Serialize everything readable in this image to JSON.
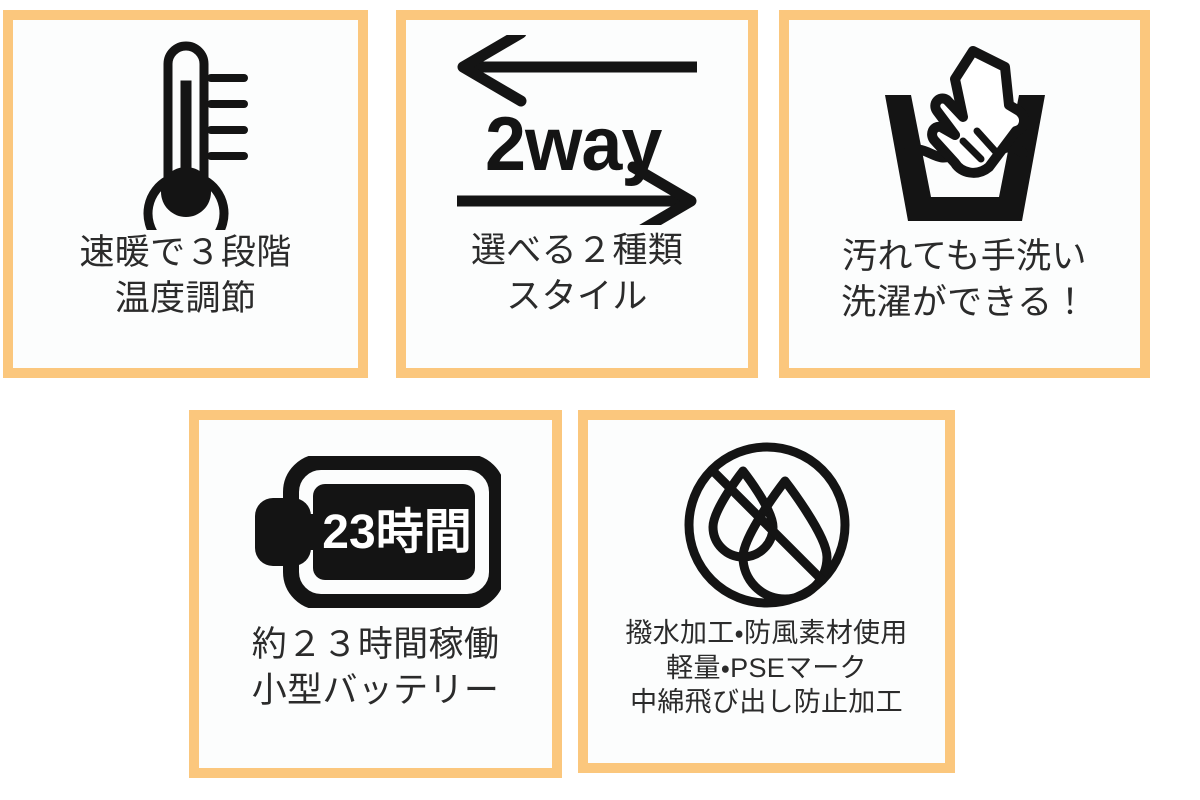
{
  "page": {
    "background_color": "#ffffff",
    "card_border_color": "#fbc77d",
    "card_background_color": "#fcfdfd",
    "text_color": "#2b2b2b",
    "icon_color": "#141414"
  },
  "cards": [
    {
      "id": "heat",
      "icon": "thermometer-icon",
      "caption_lines": [
        "速暖で３段階",
        "温度調節"
      ]
    },
    {
      "id": "2way",
      "icon": "two-way-arrows-icon",
      "icon_text": "2way",
      "caption_lines": [
        "選べる２種類",
        "スタイル"
      ]
    },
    {
      "id": "wash",
      "icon": "hand-wash-icon",
      "caption_lines": [
        "汚れても手洗い",
        "洗濯ができる！"
      ]
    },
    {
      "id": "battery",
      "icon": "battery-icon",
      "icon_text": "23時間",
      "caption_lines": [
        "約２３時間稼働",
        "小型バッテリー"
      ]
    },
    {
      "id": "spec",
      "icon": "no-water-icon",
      "caption_lines": [
        "撥水加工・防風素材使用",
        "軽量・PSEマーク",
        "中綿飛び出し防止加工"
      ]
    }
  ]
}
